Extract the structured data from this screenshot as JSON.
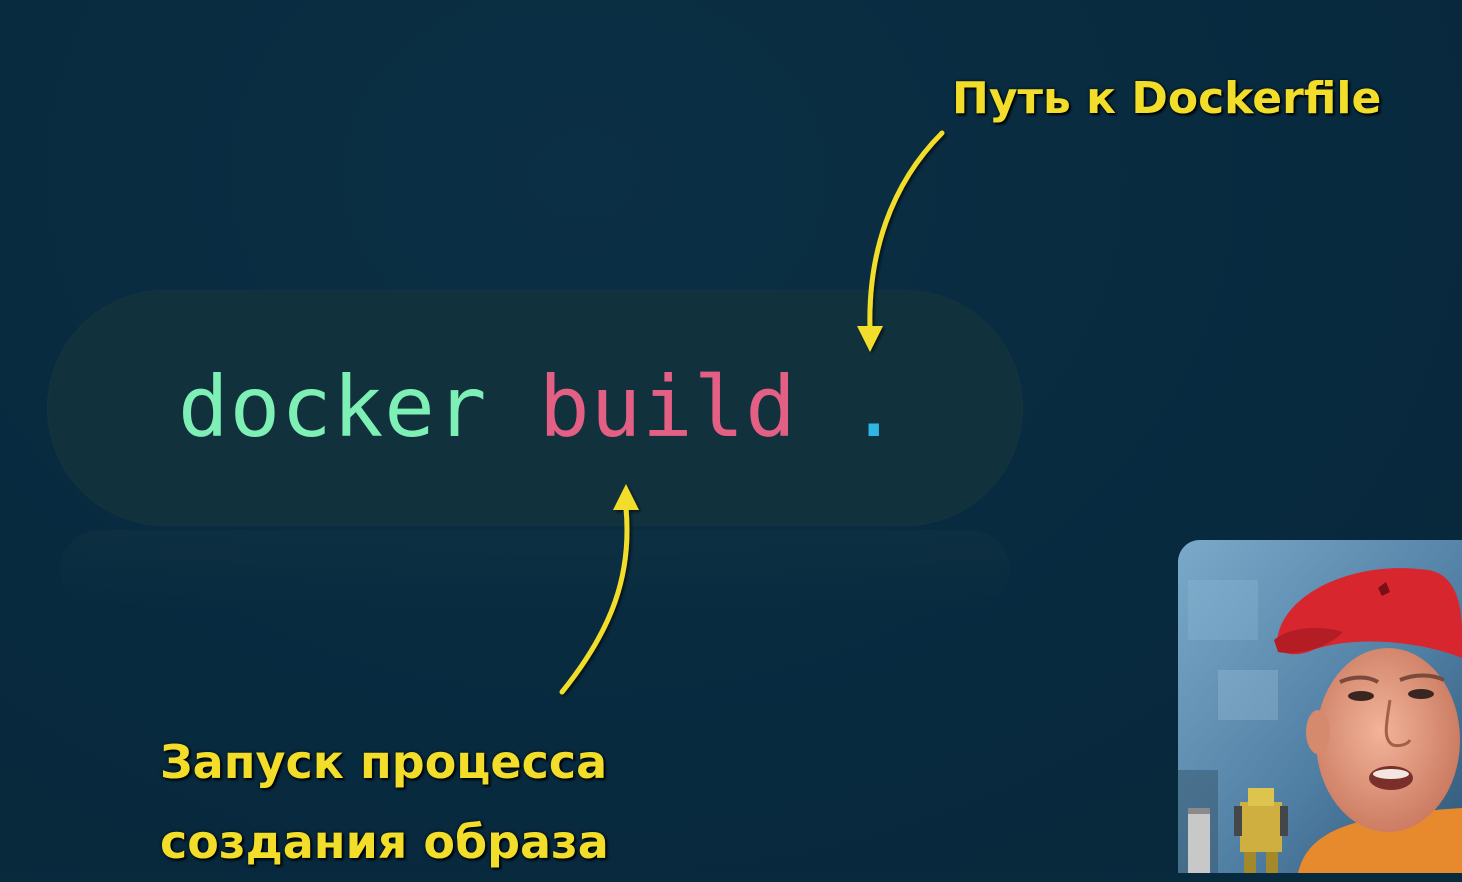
{
  "code": {
    "command": "docker",
    "subcommand": "build",
    "path": "."
  },
  "annotations": {
    "path_label": "Путь к Dockerfile",
    "build_label_line1": "Запуск процесса",
    "build_label_line2": "создания образа"
  },
  "colors": {
    "background": "#082a3f",
    "pill": "#11323d",
    "command": "#7ef0b6",
    "subcommand": "#e45f84",
    "path": "#2fb6e6",
    "annotation": "#f2de2a"
  },
  "webcam": {
    "icon": "presenter-webcam"
  }
}
